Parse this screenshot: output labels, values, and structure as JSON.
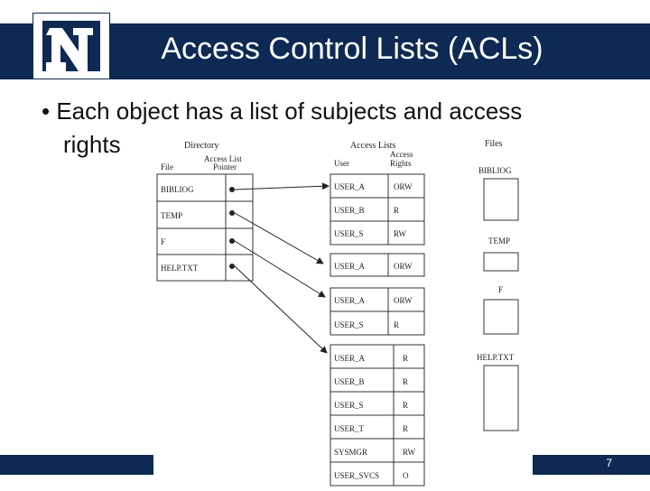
{
  "slide": {
    "title": "Access Control Lists (ACLs)",
    "bullet": {
      "line1": "• Each object has a list of subjects and access",
      "line2": "rights"
    },
    "page_number": "7",
    "colors": {
      "navy": "#0e2a54",
      "white": "#ffffff"
    },
    "logo_icon": "university-n-logo-icon"
  },
  "diagram": {
    "headers": {
      "directory": "Directory",
      "access_lists": "Access Lists",
      "files": "Files",
      "file": "File",
      "access_list_pointer_line1": "Access List",
      "access_list_pointer_line2": "Pointer",
      "user": "User",
      "access_rights_line1": "Access",
      "access_rights_line2": "Rights"
    },
    "directory_files": [
      "BIBLIOG",
      "TEMP",
      "F",
      "HELP.TXT"
    ],
    "acl_groups": [
      {
        "rows": [
          [
            "USER_A",
            "ORW"
          ],
          [
            "USER_B",
            "R"
          ],
          [
            "USER_S",
            "RW"
          ]
        ]
      },
      {
        "rows": [
          [
            "USER_A",
            "ORW"
          ]
        ]
      },
      {
        "rows": [
          [
            "USER_A",
            "ORW"
          ],
          [
            "USER_S",
            "R"
          ]
        ]
      },
      {
        "rows": [
          [
            "USER_A",
            "R"
          ],
          [
            "USER_B",
            "R"
          ],
          [
            "USER_S",
            "R"
          ],
          [
            "USER_T",
            "R"
          ],
          [
            "SYSMGR",
            "RW"
          ],
          [
            "USER_SVCS",
            "O"
          ]
        ]
      }
    ],
    "file_labels": [
      "BIBLIOG",
      "TEMP",
      "F",
      "HELP.TXT"
    ]
  }
}
